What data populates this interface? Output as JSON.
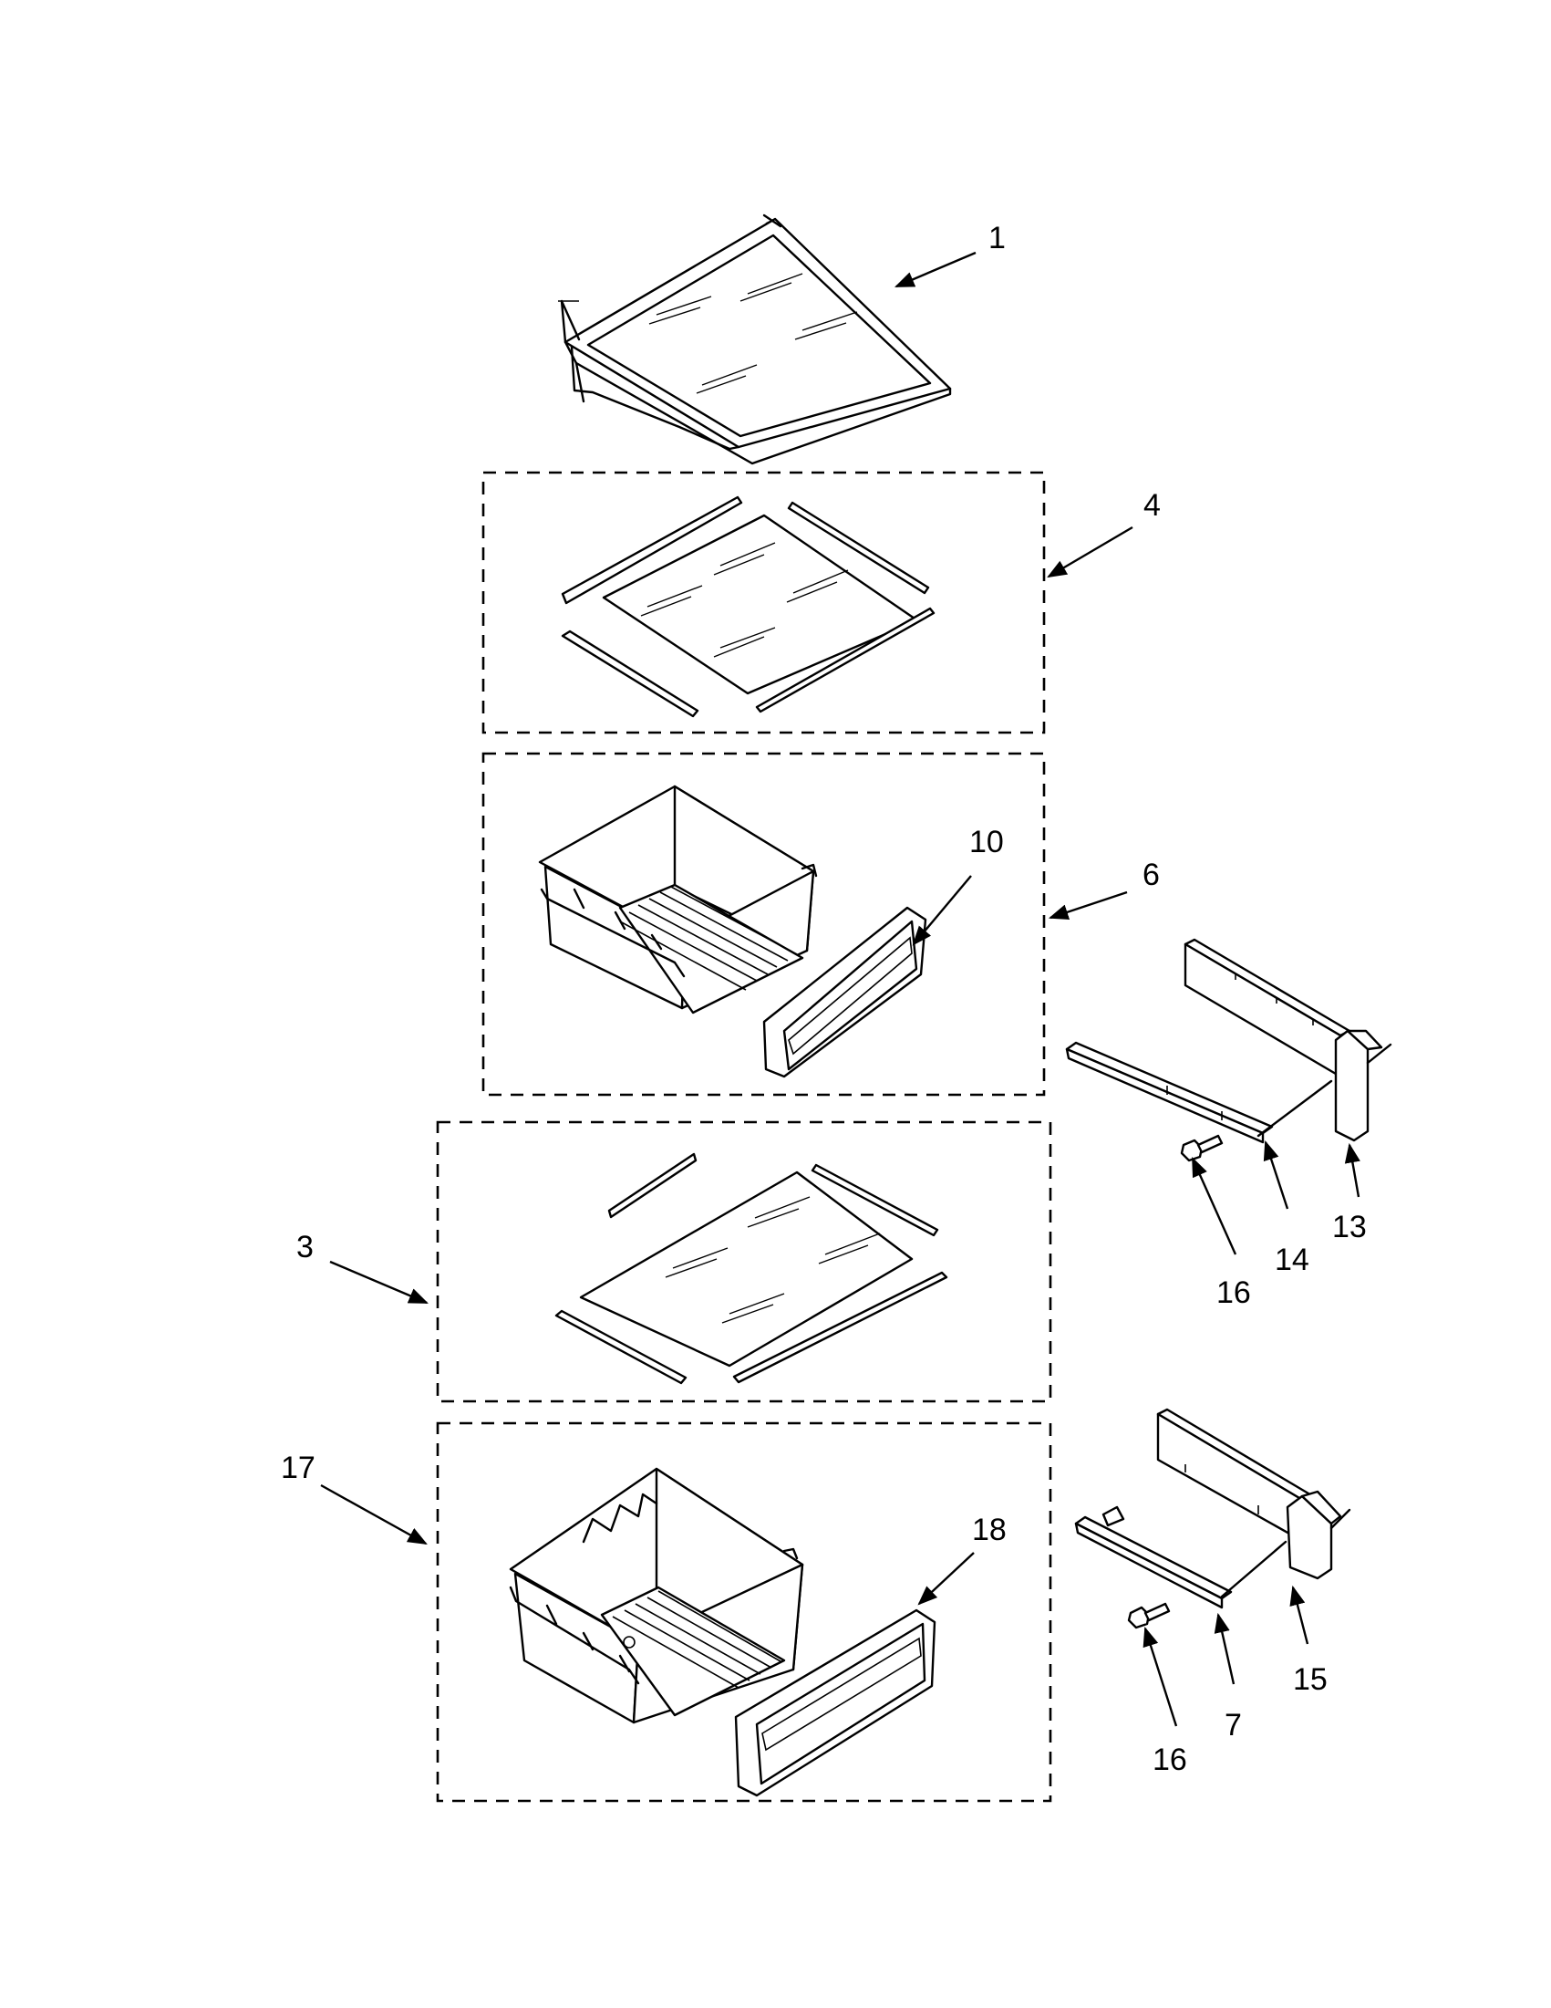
{
  "diagram": {
    "callouts": [
      {
        "id": "c1",
        "label": "1"
      },
      {
        "id": "c4",
        "label": "4"
      },
      {
        "id": "c10",
        "label": "10"
      },
      {
        "id": "c6",
        "label": "6"
      },
      {
        "id": "c3",
        "label": "3"
      },
      {
        "id": "c13",
        "label": "13"
      },
      {
        "id": "c14",
        "label": "14"
      },
      {
        "id": "c16a",
        "label": "16"
      },
      {
        "id": "c17",
        "label": "17"
      },
      {
        "id": "c18",
        "label": "18"
      },
      {
        "id": "c15",
        "label": "15"
      },
      {
        "id": "c7",
        "label": "7"
      },
      {
        "id": "c16b",
        "label": "16"
      }
    ],
    "parts": [
      "glass-shelf",
      "shelf-glass-and-trim-kit",
      "crisper-pan-assembly",
      "crisper-drawer-front",
      "shelf-kit",
      "crisper-slide-bracket",
      "crisper-slide-rail",
      "screw",
      "deli-pan-assembly",
      "deli-drawer-front",
      "deli-slide-bracket",
      "deli-slide-rail"
    ]
  }
}
